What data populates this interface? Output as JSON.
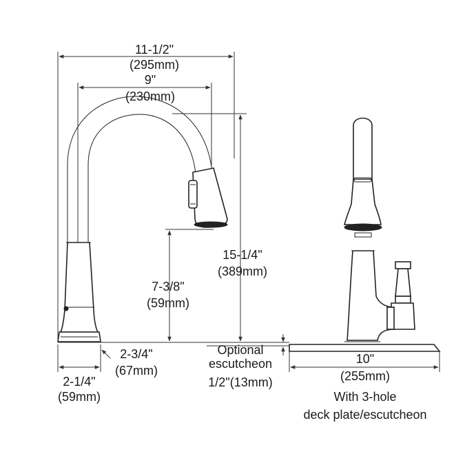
{
  "dimensions": {
    "overall_reach": {
      "imperial": "11-1/2\"",
      "metric": "(295mm)"
    },
    "spout_reach": {
      "imperial": "9\"",
      "metric": "(230mm)"
    },
    "overall_height": {
      "imperial": "15-1/4\"",
      "metric": "(389mm)"
    },
    "spout_clearance": {
      "imperial": "7-3/8\"",
      "metric": "(59mm)"
    },
    "base_offset": {
      "imperial": "2-3/4\"",
      "metric": "(67mm)"
    },
    "base_diameter": {
      "imperial": "2-1/4\"",
      "metric": "(59mm)"
    },
    "escutcheon_height": {
      "line1": "Optional",
      "line2": "escutcheon",
      "value": "1/2\"(13mm)"
    },
    "deck_plate_width": {
      "imperial": "10\"",
      "metric": "(255mm)"
    }
  },
  "notes": {
    "line1": "With 3-hole",
    "line2": "deck plate/escutcheon"
  }
}
